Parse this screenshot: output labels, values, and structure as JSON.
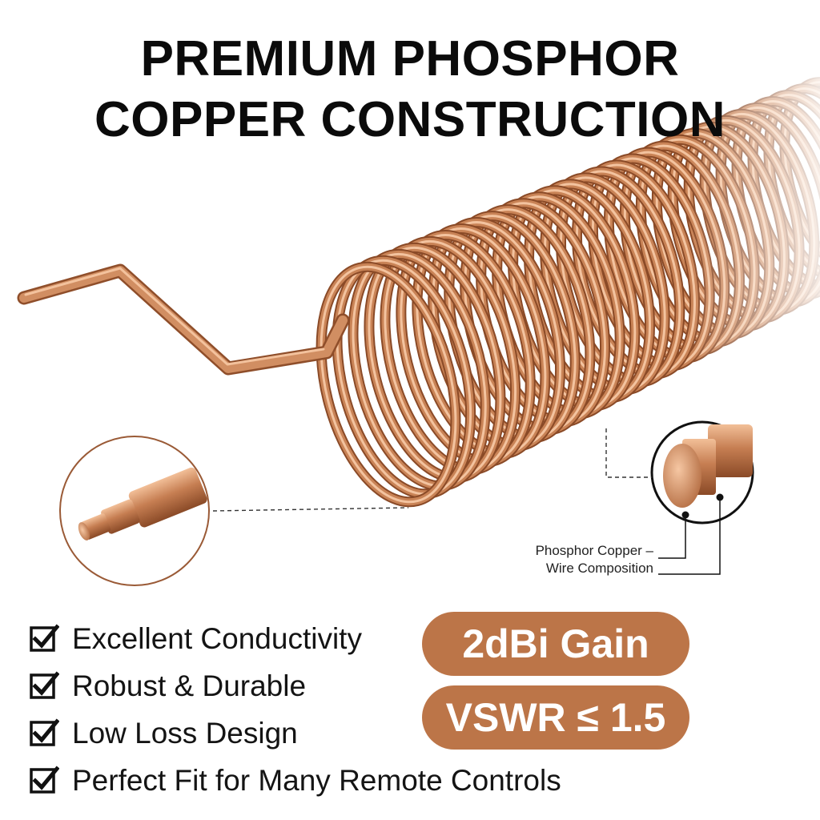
{
  "header": {
    "title_line1": "PREMIUM PHOSPHOR",
    "title_line2": "COPPER CONSTRUCTION"
  },
  "callout": {
    "label_line1": "Phosphor Copper –",
    "label_line2": "Wire Composition"
  },
  "features": [
    "Excellent Conductivity",
    "Robust & Durable",
    "Low Loss Design",
    "Perfect Fit for Many Remote Controls"
  ],
  "badges": {
    "gain": "2dBi Gain",
    "vswr": "VSWR ≤ 1.5"
  },
  "colors": {
    "copper": "#c8845a",
    "copper_dark": "#8f4e2a",
    "copper_light": "#f0b88f",
    "badge": "#bc7548",
    "text": "#111111"
  },
  "icons": {
    "feature_marker": "checkbox-checked-icon"
  }
}
